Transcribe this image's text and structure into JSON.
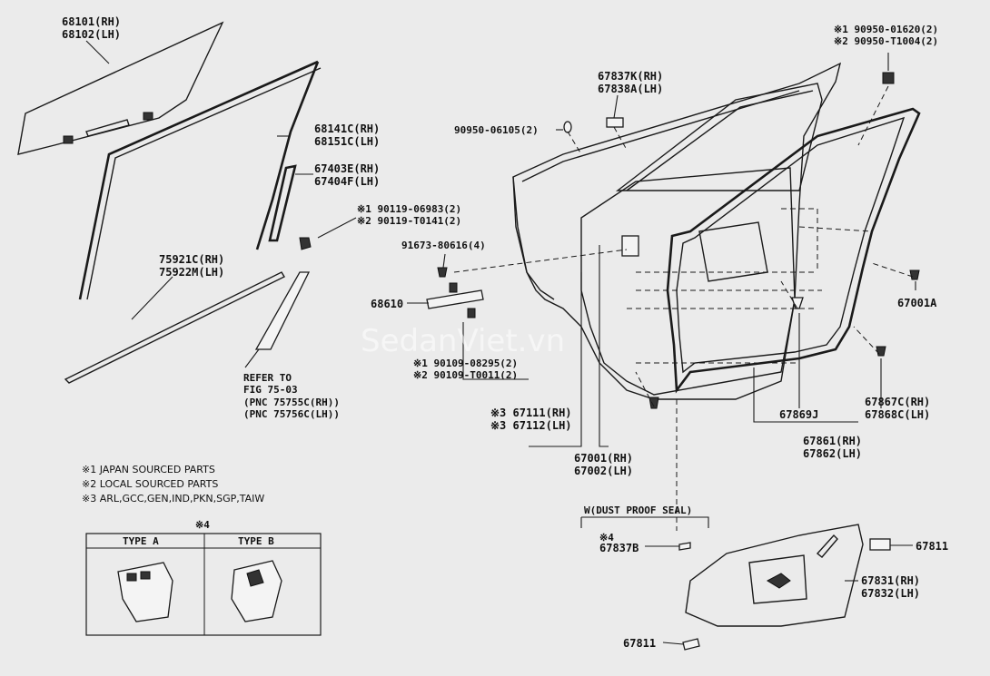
{
  "labels": {
    "p68101": "68101(RH)",
    "p68102": "68102(LH)",
    "p68141": "68141C(RH)",
    "p68151": "68151C(LH)",
    "p67403": "67403E(RH)",
    "p67404": "67404F(LH)",
    "p90119a": "※1 90119-06983(2)",
    "p90119b": "※2 90119-T0141(2)",
    "p75921": "75921C(RH)",
    "p75922": "75922M(LH)",
    "refer1": "REFER TO",
    "refer2": "FIG 75-03",
    "refer3": "(PNC 75755C(RH))",
    "refer4": "(PNC 75756C(LH))",
    "p67837k": "67837K(RH)",
    "p67838a": "67838A(LH)",
    "p90950": "90950-06105(2)",
    "p91673": "91673-80616(4)",
    "p68610": "68610",
    "p90109a": "※1 90109-08295(2)",
    "p90109b": "※2 90109-T0011(2)",
    "p67111": "※3 67111(RH)",
    "p67112": "※3 67112(LH)",
    "p67001": "67001(RH)",
    "p67002": "67002(LH)",
    "p90950a": "※1 90950-01620(2)",
    "p90950b": "※2 90950-T1004(2)",
    "p67001a": "67001A",
    "p67869": "67869J",
    "p67867": "67867C(RH)",
    "p67868": "67868C(LH)",
    "p67861": "67861(RH)",
    "p67862": "67862(LH)",
    "dustseal": "W(DUST PROOF SEAL)",
    "star4": "※4",
    "p67837b": "67837B",
    "p67811a": "67811",
    "p67811b": "67811",
    "p67831": "67831(RH)",
    "p67832": "67832(LH)"
  },
  "notes": [
    "※1 JAPAN SOURCED PARTS",
    "※2 LOCAL SOURCED PARTS",
    "※3 ARL,GCC,GEN,IND,PKN,SGP,TAIW"
  ],
  "type_box": {
    "title": "※4",
    "type_a": "TYPE  A",
    "type_b": "TYPE  B"
  },
  "watermark": "SedanViet.vn"
}
